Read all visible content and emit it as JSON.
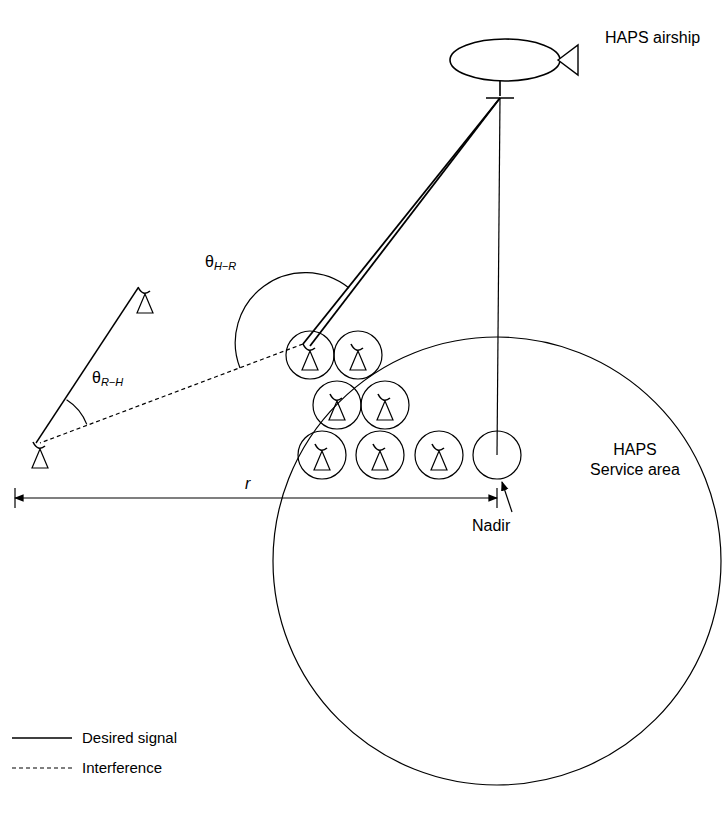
{
  "diagram": {
    "nodes": [
      {
        "text": [
          "HAPS airship"
        ]
      },
      {
        "text": [
          "HAPS Service area"
        ]
      }
    ],
    "labels": [
      "θH−R",
      "θR−H",
      "r",
      "Nadir"
    ],
    "legend": [
      {
        "text": "Desired signal"
      },
      {
        "text": "Interference"
      }
    ]
  }
}
